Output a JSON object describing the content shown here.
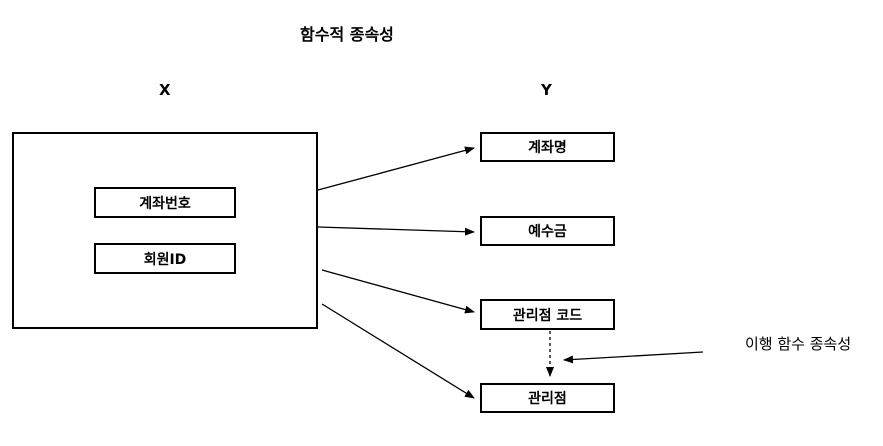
{
  "title": "함수적 종속성",
  "x_label": "X",
  "y_label": "Y",
  "x_attributes": [
    "계좌번호",
    "회원ID"
  ],
  "y_attributes": [
    "계좌명",
    "예수금",
    "관리점 코드",
    "관리점"
  ],
  "transitive_label": "이행 함수 종속성"
}
